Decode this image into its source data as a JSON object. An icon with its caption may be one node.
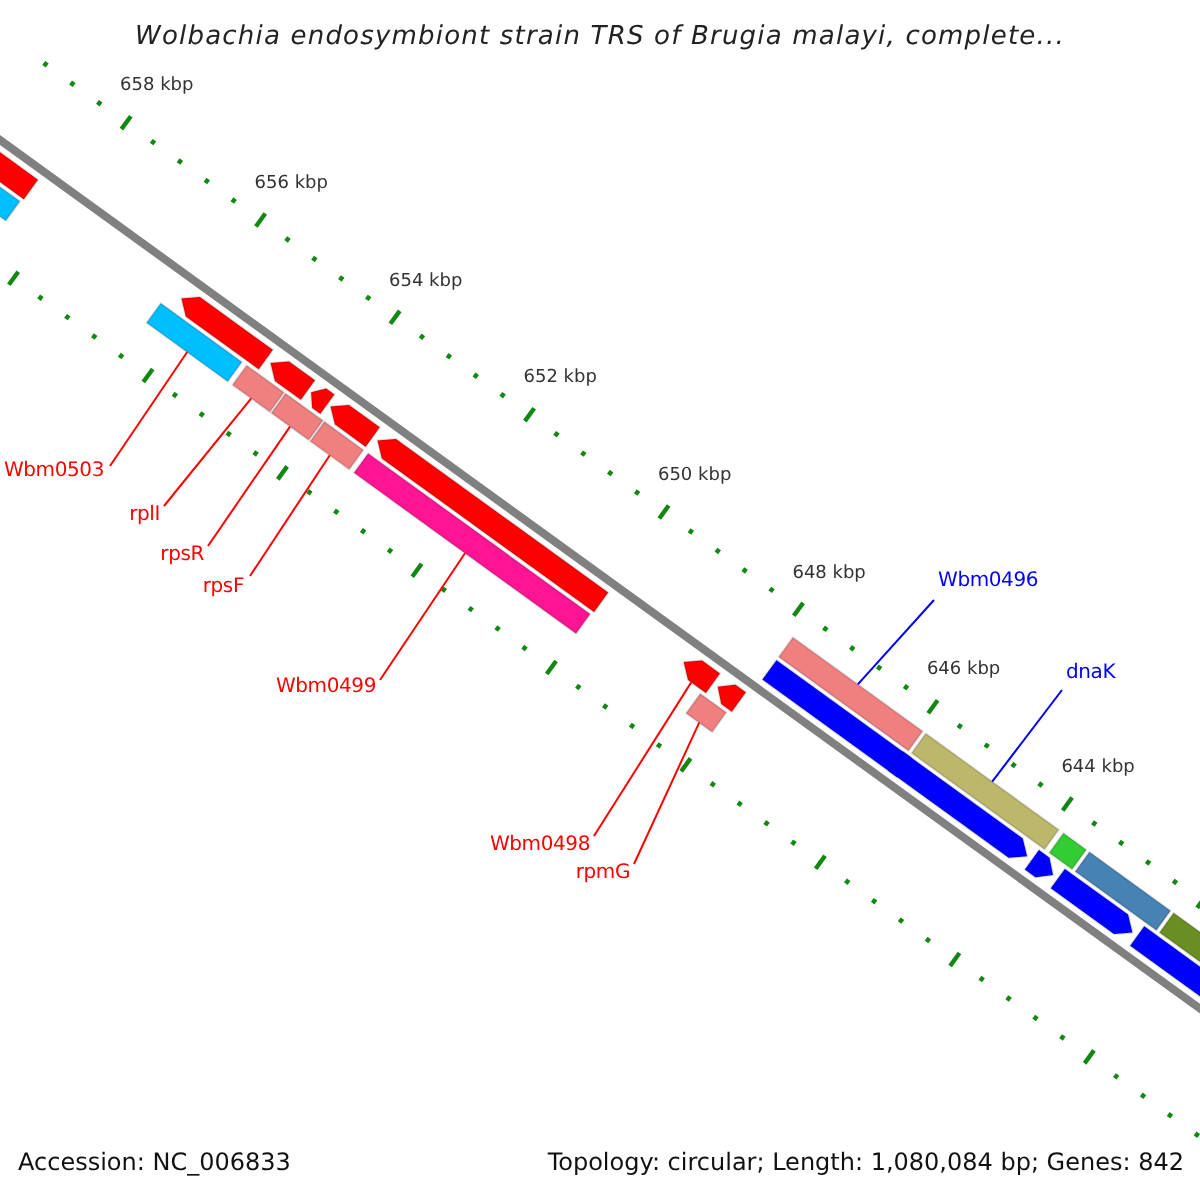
{
  "diagram": {
    "title": "Wolbachia endosymbiont strain TRS of Brugia malayi, complete...",
    "nodes": [
      {
        "text": [
          "Wbm0503"
        ]
      },
      {
        "text": [
          "rplI"
        ]
      },
      {
        "text": [
          "rpsR"
        ]
      },
      {
        "text": [
          "rpsF"
        ]
      },
      {
        "text": [
          "Wbm0499"
        ]
      },
      {
        "text": [
          "Wbm0498"
        ]
      },
      {
        "text": [
          "rpmG"
        ]
      },
      {
        "text": [
          "Wbm0496"
        ]
      },
      {
        "text": [
          "dnaK"
        ]
      },
      {
        "text": [],
        "shape": "bar"
      },
      {
        "text": [],
        "shape": "bar"
      },
      {
        "text": [],
        "shape": "bar"
      },
      {
        "text": [],
        "shape": "bar"
      },
      {
        "text": [],
        "shape": "bar"
      },
      {
        "text": [],
        "shape": "bar"
      },
      {
        "text": [],
        "shape": "bar"
      },
      {
        "text": [],
        "shape": "bar"
      },
      {
        "text": [],
        "shape": "bar"
      },
      {
        "text": [],
        "shape": "bar"
      },
      {
        "text": [],
        "shape": "bar"
      },
      {
        "text": [],
        "shape": "bar"
      },
      {
        "text": [],
        "shape": "bar"
      },
      {
        "text": [],
        "shape": "bar"
      },
      {
        "text": [],
        "shape": "bar"
      },
      {
        "text": [],
        "shape": "bar"
      },
      {
        "text": [],
        "shape": "bar"
      },
      {
        "text": [],
        "shape": "bar"
      },
      {
        "text": [],
        "shape": "bar"
      },
      {
        "text": [],
        "shape": "bar"
      },
      {
        "text": [],
        "shape": "bar"
      },
      {
        "text": [],
        "shape": "bar"
      },
      {
        "text": [],
        "shape": "bar"
      },
      {
        "text": [],
        "shape": "bar"
      },
      {
        "text": [],
        "shape": "bar"
      }
    ],
    "edges": [
      {
        "from": 0,
        "to": 11,
        "arrow": "none"
      },
      {
        "from": 1,
        "to": 13,
        "arrow": "none"
      },
      {
        "from": 2,
        "to": 15,
        "arrow": "none"
      },
      {
        "from": 3,
        "to": 18,
        "arrow": "none"
      },
      {
        "from": 4,
        "to": 20,
        "arrow": "none"
      },
      {
        "from": 5,
        "to": 21,
        "arrow": "none"
      },
      {
        "from": 6,
        "to": 22,
        "arrow": "none"
      },
      {
        "from": 7,
        "to": 24,
        "arrow": "none",
        "color": "#0000ff"
      },
      {
        "from": 8,
        "to": 27,
        "arrow": "none",
        "color": "#0000ff"
      }
    ],
    "labels": [
      "658 kbp",
      "656 kbp",
      "654 kbp",
      "652 kbp",
      "650 kbp",
      "648 kbp",
      "646 kbp",
      "644 kbp",
      "Accession: NC_006833",
      "Topology: circular; Length: 1,080,084 bp; Genes: 842"
    ]
  }
}
